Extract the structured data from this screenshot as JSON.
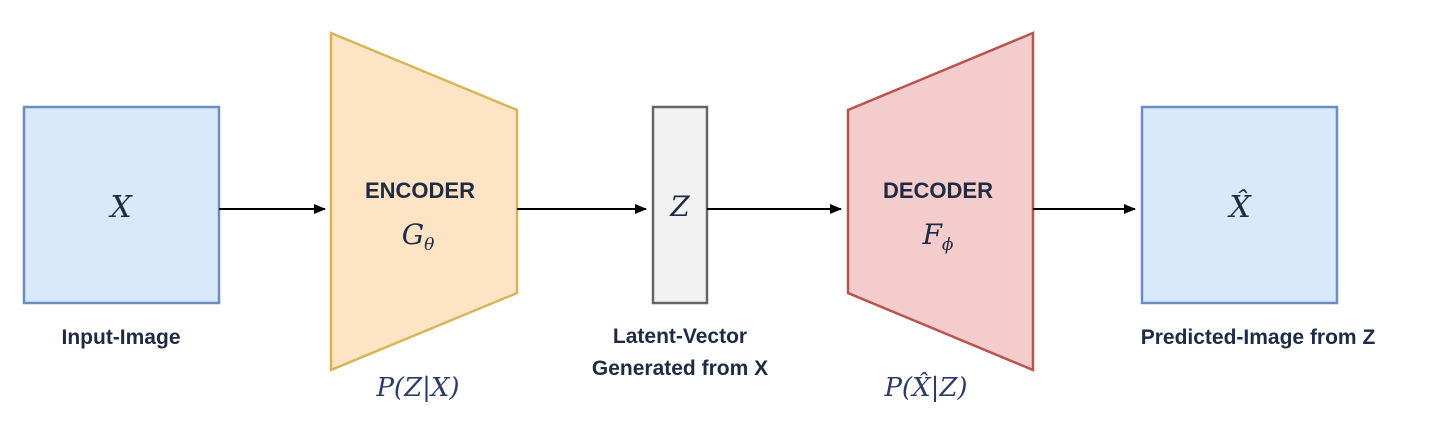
{
  "nodes": {
    "input": {
      "symbol": "X",
      "label": "Input-Image"
    },
    "encoder": {
      "title": "ENCODER",
      "symbol_base": "G",
      "symbol_sub": "θ",
      "caption": "P(Z|X)"
    },
    "latent": {
      "symbol": "Z",
      "label_line1": "Latent-Vector",
      "label_line2": "Generated from X"
    },
    "decoder": {
      "title": "DECODER",
      "symbol_base": "F",
      "symbol_sub": "ϕ",
      "caption": "P(X̂|Z)"
    },
    "output": {
      "symbol": "X̂",
      "label": "Predicted-Image from Z"
    }
  },
  "colors": {
    "input_fill": "#dae8fc",
    "input_stroke": "#6c8ebf",
    "encoder_fill": "#fce4c4",
    "encoder_stroke": "#d6b656",
    "latent_fill": "#f2f2f2",
    "latent_stroke": "#666666",
    "decoder_fill": "#f4cccc",
    "decoder_stroke": "#b85450",
    "arrow": "#000000",
    "text": "#1f2a44"
  }
}
